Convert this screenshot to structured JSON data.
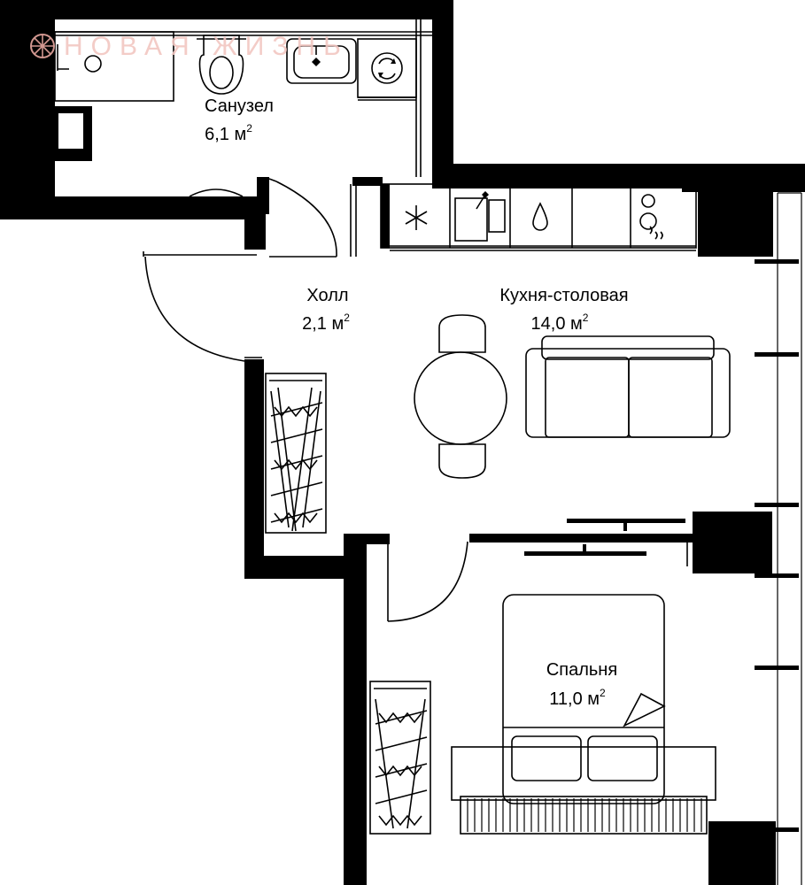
{
  "watermark": {
    "text": "НОВАЯ ЖИЗНЬ",
    "color": "#e8a8a0"
  },
  "rooms": [
    {
      "name": "Санузел",
      "area_value": "6,1 м",
      "area_sup": "2"
    },
    {
      "name": "Холл",
      "area_value": "2,1 м",
      "area_sup": "2"
    },
    {
      "name": "Кухня-столовая",
      "area_value": "14,0 м",
      "area_sup": "2"
    },
    {
      "name": "Спальня",
      "area_value": "11,0 м",
      "area_sup": "2"
    }
  ]
}
